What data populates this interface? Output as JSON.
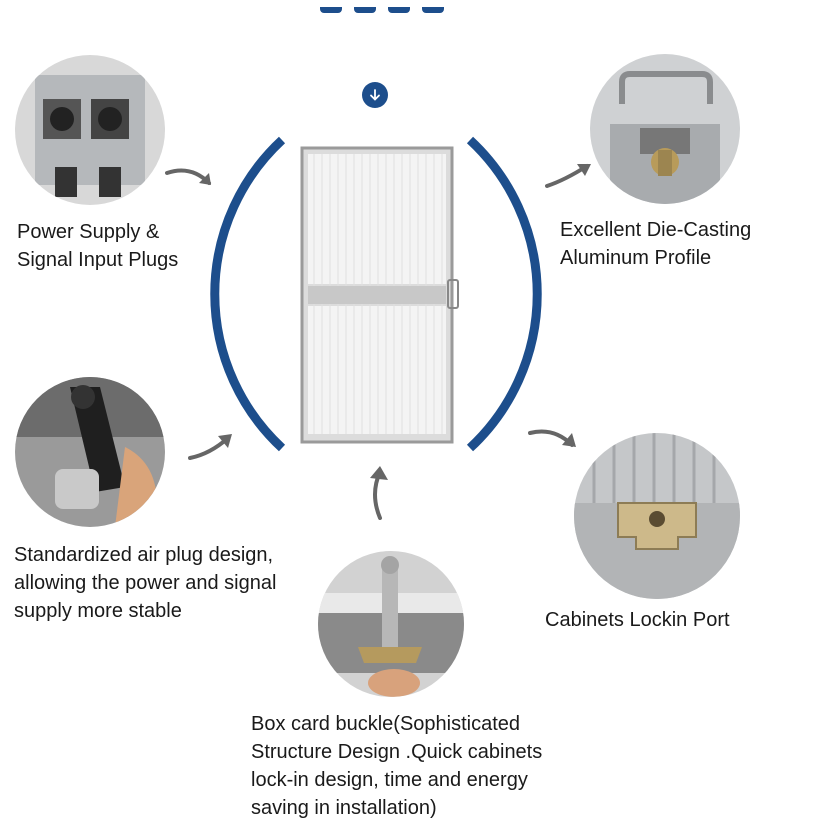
{
  "labels": {
    "power_plugs": [
      "Power Supply &",
      "Signal Input Plugs"
    ],
    "die_casting": [
      "Excellent Die-Casting",
      "Aluminum Profile"
    ],
    "air_plug": [
      "Standardized air plug design,",
      "allowing the power and signal",
      "supply more stable"
    ],
    "lockin_port": [
      "Cabinets Lockin Port"
    ],
    "box_buckle": [
      "Box card buckle(Sophisticated",
      "Structure Design .Quick cabinets",
      "lock-in design, time and energy",
      "saving in installation)"
    ]
  },
  "icons": {
    "scroll": "arrow-down-circle-icon",
    "pointer": "curved-arrow-icon"
  },
  "colors": {
    "accent": "#1d4e8c",
    "text": "#1a1a1a"
  }
}
